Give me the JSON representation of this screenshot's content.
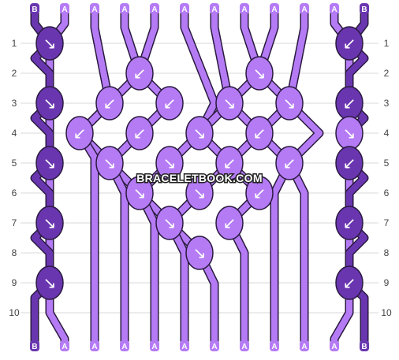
{
  "site": {
    "watermark": "BRACELETBOOK.COM"
  },
  "colors": {
    "A": "#b57bf5",
    "B": "#6a36b0",
    "grid": "#d9d9d9",
    "outline": "#2a1a40"
  },
  "strings_top": [
    "B",
    "A",
    "A",
    "A",
    "A",
    "A",
    "A",
    "A",
    "A",
    "A",
    "A",
    "B"
  ],
  "strings_bottom": [
    "B",
    "A",
    "A",
    "A",
    "A",
    "A",
    "A",
    "A",
    "A",
    "A",
    "A",
    "B"
  ],
  "row_labels": [
    "1",
    "2",
    "3",
    "4",
    "5",
    "6",
    "7",
    "8",
    "9",
    "10"
  ],
  "knots": [
    {
      "row": 1,
      "col": 0,
      "color": "B",
      "dir": "↘"
    },
    {
      "row": 1,
      "col": 10,
      "color": "B",
      "dir": "↙"
    },
    {
      "row": 2,
      "col": 4,
      "color": "A",
      "dir": "↙"
    },
    {
      "row": 2,
      "col": 8,
      "color": "A",
      "dir": "↘"
    },
    {
      "row": 3,
      "col": 0,
      "color": "B",
      "dir": "↘"
    },
    {
      "row": 3,
      "col": 3,
      "color": "A",
      "dir": "↙"
    },
    {
      "row": 3,
      "col": 5,
      "color": "A",
      "dir": "↙"
    },
    {
      "row": 3,
      "col": 7,
      "color": "A",
      "dir": "↘"
    },
    {
      "row": 3,
      "col": 9,
      "color": "A",
      "dir": "↘"
    },
    {
      "row": 3,
      "col": 10,
      "color": "B",
      "dir": "↙"
    },
    {
      "row": 4,
      "col": 2,
      "color": "A",
      "dir": "↙"
    },
    {
      "row": 4,
      "col": 4,
      "color": "A",
      "dir": "↙"
    },
    {
      "row": 4,
      "col": 6,
      "color": "A",
      "dir": "↘"
    },
    {
      "row": 4,
      "col": 8,
      "color": "A",
      "dir": "↙"
    },
    {
      "row": 4,
      "col": 10,
      "color": "A",
      "dir": "↘"
    },
    {
      "row": 5,
      "col": 0,
      "color": "B",
      "dir": "↘"
    },
    {
      "row": 5,
      "col": 3,
      "color": "A",
      "dir": "↘"
    },
    {
      "row": 5,
      "col": 5,
      "color": "A",
      "dir": "↘"
    },
    {
      "row": 5,
      "col": 7,
      "color": "A",
      "dir": "↙"
    },
    {
      "row": 5,
      "col": 9,
      "color": "A",
      "dir": "↙"
    },
    {
      "row": 5,
      "col": 10,
      "color": "B",
      "dir": "↙"
    },
    {
      "row": 6,
      "col": 4,
      "color": "A",
      "dir": "↘"
    },
    {
      "row": 6,
      "col": 6,
      "color": "A",
      "dir": "↘"
    },
    {
      "row": 6,
      "col": 8,
      "color": "A",
      "dir": "↙"
    },
    {
      "row": 7,
      "col": 0,
      "color": "B",
      "dir": "↘"
    },
    {
      "row": 7,
      "col": 5,
      "color": "A",
      "dir": "↘"
    },
    {
      "row": 7,
      "col": 7,
      "color": "A",
      "dir": "↙"
    },
    {
      "row": 7,
      "col": 10,
      "color": "B",
      "dir": "↙"
    },
    {
      "row": 8,
      "col": 6,
      "color": "A",
      "dir": "↘"
    },
    {
      "row": 9,
      "col": 0,
      "color": "B",
      "dir": "↘"
    },
    {
      "row": 9,
      "col": 10,
      "color": "B",
      "dir": "↙"
    }
  ]
}
